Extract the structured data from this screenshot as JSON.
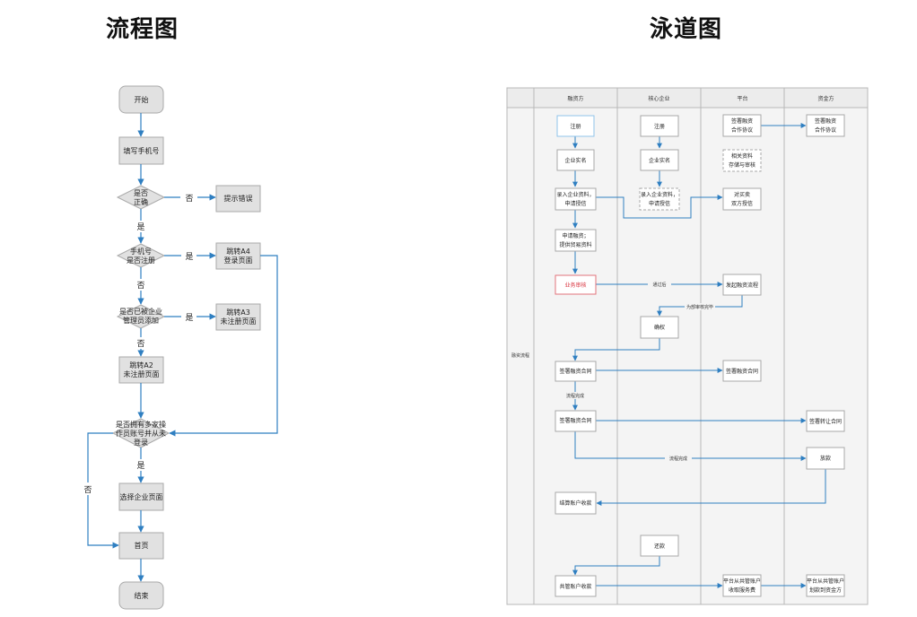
{
  "flowchart": {
    "title": "流程图",
    "nodes": {
      "start": "开始",
      "fill_phone": "填写手机号",
      "is_correct_l1": "是否",
      "is_correct_l2": "正确",
      "show_error": "提示错误",
      "phone_registered_l1": "手机号",
      "phone_registered_l2": "是否注册",
      "jump_a4_l1": "跳转A4",
      "jump_a4_l2": "登录页面",
      "added_by_company_l1": "是否已被企业",
      "added_by_company_l2": "管理员添加",
      "jump_a3_l1": "跳转A3",
      "jump_a3_l2": "未注册页面",
      "jump_a2_l1": "跳转A2",
      "jump_a2_l2": "未注册页面",
      "multi_company_l1": "是否拥有多家操",
      "multi_company_l2": "作员账号并从未",
      "multi_company_l3": "登录",
      "select_company": "选择企业页面",
      "home": "首页",
      "end": "结束"
    },
    "edge_labels": {
      "no1": "否",
      "yes1": "是",
      "yes2": "是",
      "no2": "否",
      "yes3": "是",
      "no3": "否",
      "yes4": "是",
      "no4": "否"
    }
  },
  "swimlane": {
    "title": "泳道图",
    "lanes": [
      "融资方",
      "核心企业",
      "平台",
      "资金方"
    ],
    "row_label": "融资流程",
    "nodes": {
      "register_f": "注册",
      "verify_f": "企业实名",
      "input_f_l1": "录入企业资料，",
      "input_f_l2": "申请授信",
      "apply_l1": "申请融资；",
      "apply_l2": "提供贸易资料",
      "review": "业务审核",
      "sign_f_contract": "签署融资合同",
      "sign_transfer_f": "签署融资合同",
      "settle_account": "结算账户收款",
      "shared_account": "共管账户收款",
      "register_c": "注册",
      "verify_c": "企业实名",
      "input_c_l1": "录入企业资料，",
      "input_c_l2": "申请授信",
      "confirm_right": "确权",
      "repay": "还款",
      "platform_sign_l1": "签署融资",
      "platform_sign_l2": "合作协议",
      "docs_l1": "相关资料",
      "docs_l2": "存储与审核",
      "credit_l1": "对买卖",
      "credit_l2": "双方授信",
      "start_flow": "发起融资流程",
      "platform_contract": "签署融资合同",
      "platform_fee_l1": "平台从共管账户",
      "platform_fee_l2": "收取服务费",
      "fund_sign_l1": "签署融资",
      "fund_sign_l2": "合作协议",
      "transfer_contract": "签署转让合同",
      "loan": "放款",
      "fund_transfer_l1": "平台从共管账户",
      "fund_transfer_l2": "划款到资金方"
    },
    "edge_labels": {
      "pass": "通过后",
      "review_done": "为部审核完毕",
      "flow_done": "流程完成",
      "flow_done2": "流程完成"
    }
  }
}
